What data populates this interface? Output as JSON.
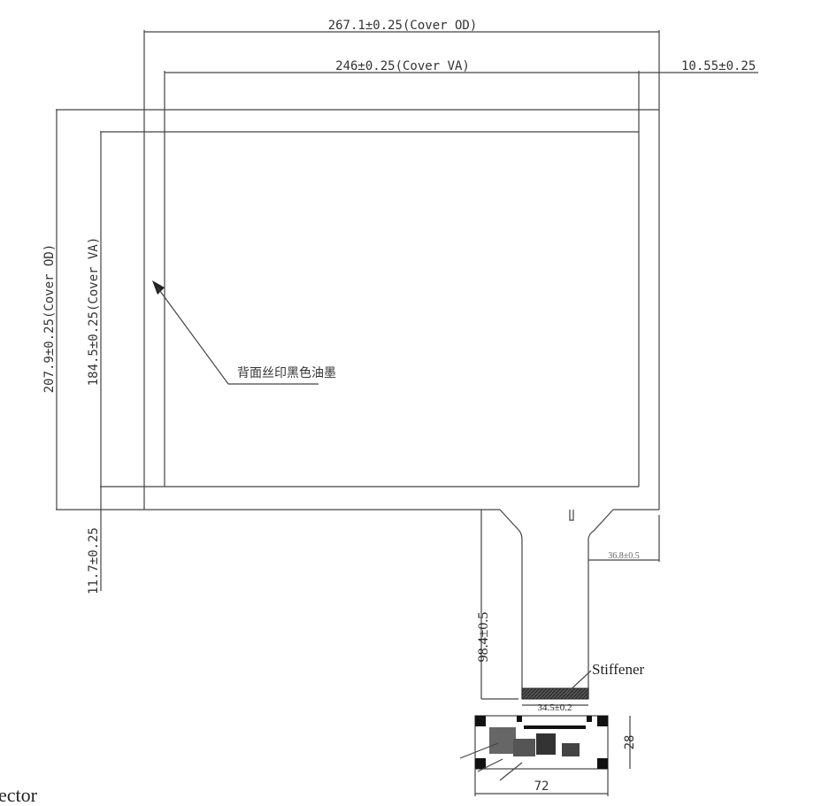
{
  "dimensions": {
    "cover_od_width": "267.1±0.25(Cover OD)",
    "cover_va_width": "246±0.25(Cover VA)",
    "right_offset": "10.55±0.25",
    "cover_od_height": "207.9±0.25(Cover OD)",
    "cover_va_height": "184.5±0.25(Cover VA)",
    "bottom_offset": "11.7±0.25",
    "fpc_length": "98.4±0.5",
    "fpc_offset": "36.8±0.5",
    "stiffener_width": "34.5±0.2",
    "pcb_height": "28",
    "pcb_width": "72"
  },
  "annotations": {
    "ink_note": "背面丝印黑色油墨",
    "stiffener": "Stiffener",
    "connector": "ector"
  }
}
